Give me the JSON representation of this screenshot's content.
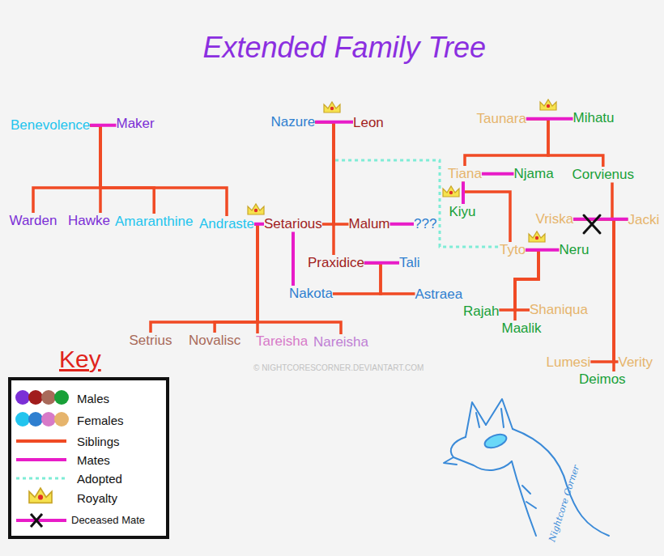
{
  "diagram": {
    "title": "Extended Family Tree",
    "nodes": [
      {
        "text": [
          "Benevolence"
        ]
      },
      {
        "text": [
          "Maker"
        ]
      },
      {
        "text": [
          "Nazure"
        ]
      },
      {
        "text": [
          "Leon"
        ]
      },
      {
        "text": [
          "Taunara"
        ]
      },
      {
        "text": [
          "Mihatu"
        ]
      },
      {
        "text": [
          "Tiana"
        ]
      },
      {
        "text": [
          "Njama"
        ]
      },
      {
        "text": [
          "Corvienus"
        ]
      },
      {
        "text": [
          "Warden"
        ]
      },
      {
        "text": [
          "Hawke"
        ]
      },
      {
        "text": [
          "Amaranthine"
        ]
      },
      {
        "text": [
          "Andraste"
        ]
      },
      {
        "text": [
          "Setarious"
        ]
      },
      {
        "text": [
          "Malum"
        ]
      },
      {
        "text": [
          "???"
        ]
      },
      {
        "text": [
          "Kiyu"
        ]
      },
      {
        "text": [
          "Vriska"
        ]
      },
      {
        "text": [
          "Jacki"
        ]
      },
      {
        "text": [
          "Tyto"
        ]
      },
      {
        "text": [
          "Neru"
        ]
      },
      {
        "text": [
          "Praxidice"
        ]
      },
      {
        "text": [
          "Tali"
        ]
      },
      {
        "text": [
          "Nakota"
        ]
      },
      {
        "text": [
          "Astraea"
        ]
      },
      {
        "text": [
          "Rajah"
        ]
      },
      {
        "text": [
          "Shaniqua"
        ]
      },
      {
        "text": [
          "Maalik"
        ]
      },
      {
        "text": [
          "Setrius"
        ]
      },
      {
        "text": [
          "Novalisc"
        ]
      },
      {
        "text": [
          "Tareisha"
        ]
      },
      {
        "text": [
          "Nareisha"
        ]
      },
      {
        "text": [
          "Lumesi"
        ]
      },
      {
        "text": [
          "Verity"
        ]
      },
      {
        "text": [
          "Deimos"
        ]
      }
    ],
    "edges": [
      {
        "from": 0,
        "to": 1,
        "arrow": "none"
      },
      {
        "from": 0,
        "to": 9,
        "arrow": "none"
      },
      {
        "from": 0,
        "to": 10,
        "arrow": "none"
      },
      {
        "from": 0,
        "to": 11,
        "arrow": "none"
      },
      {
        "from": 0,
        "to": 12,
        "arrow": "none"
      },
      {
        "from": 2,
        "to": 3,
        "arrow": "none"
      },
      {
        "from": 2,
        "to": 13,
        "arrow": "none"
      },
      {
        "from": 2,
        "to": 14,
        "arrow": "none"
      },
      {
        "from": 2,
        "to": 21,
        "arrow": "none"
      },
      {
        "from": 2,
        "to": 19,
        "arrow": "none"
      },
      {
        "from": 14,
        "to": 15,
        "arrow": "none"
      },
      {
        "from": 12,
        "to": 13,
        "arrow": "none"
      },
      {
        "from": 12,
        "to": 28,
        "arrow": "none"
      },
      {
        "from": 12,
        "to": 29,
        "arrow": "none"
      },
      {
        "from": 12,
        "to": 30,
        "arrow": "none"
      },
      {
        "from": 12,
        "to": 31,
        "arrow": "none"
      },
      {
        "from": 13,
        "to": 23,
        "arrow": "none"
      },
      {
        "from": 21,
        "to": 22,
        "arrow": "none"
      },
      {
        "from": 21,
        "to": 23,
        "arrow": "none"
      },
      {
        "from": 21,
        "to": 24,
        "arrow": "none"
      },
      {
        "from": 4,
        "to": 5,
        "arrow": "none"
      },
      {
        "from": 4,
        "to": 6,
        "arrow": "none"
      },
      {
        "from": 4,
        "to": 8,
        "arrow": "none"
      },
      {
        "from": 6,
        "to": 7,
        "arrow": "none"
      },
      {
        "from": 6,
        "to": 16,
        "arrow": "none"
      },
      {
        "from": 6,
        "to": 19,
        "arrow": "none"
      },
      {
        "from": 8,
        "to": 18,
        "arrow": "none"
      },
      {
        "from": 17,
        "to": 18,
        "arrow": "none"
      },
      {
        "from": 17,
        "to": 32,
        "arrow": "none"
      },
      {
        "from": 17,
        "to": 33,
        "arrow": "none"
      },
      {
        "from": 17,
        "to": 34,
        "arrow": "none"
      },
      {
        "from": 19,
        "to": 20,
        "arrow": "none"
      },
      {
        "from": 19,
        "to": 25,
        "arrow": "none"
      },
      {
        "from": 19,
        "to": 26,
        "arrow": "none"
      },
      {
        "from": 19,
        "to": 27,
        "arrow": "none"
      }
    ],
    "labels": [
      "Key",
      "© NIGHTCORESCORNER.DEVIANTART.COM",
      "Nightcore Corner"
    ],
    "legend": [
      {
        "text": "Males"
      },
      {
        "text": "Females"
      },
      {
        "text": "Siblings"
      },
      {
        "text": "Mates"
      },
      {
        "text": "Adopted"
      },
      {
        "text": "Royalty"
      },
      {
        "text": "Deceased Mate"
      }
    ]
  }
}
